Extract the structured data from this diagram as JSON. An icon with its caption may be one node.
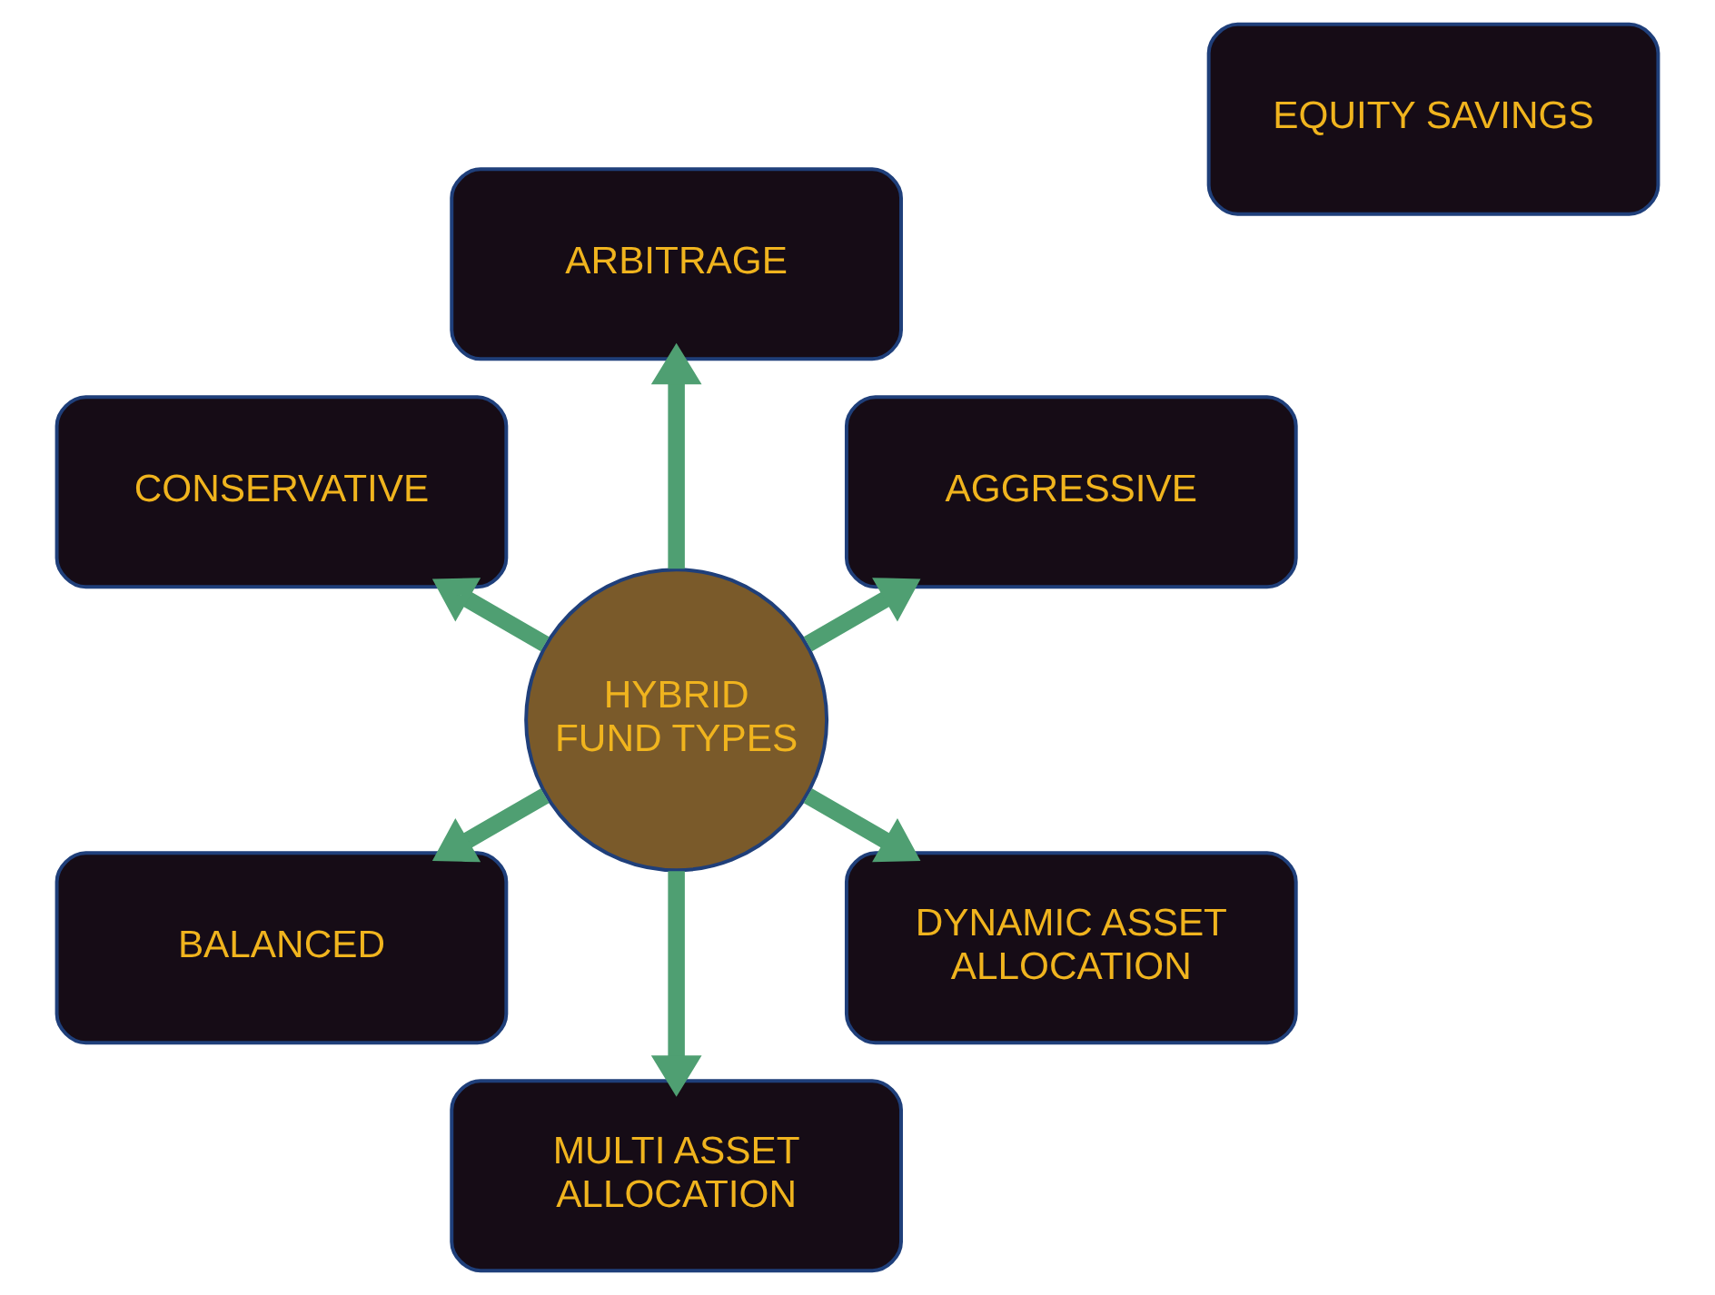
{
  "diagram": {
    "nodes": [
      {
        "text": [
          "HYBRID FUND TYPES"
        ]
      },
      {
        "text": [
          "AGGRESSIVE"
        ]
      },
      {
        "text": [
          "ARBITRAGE"
        ]
      },
      {
        "text": [
          "CONSERVATIVE"
        ]
      },
      {
        "text": [
          "EQUITY SAVINGS"
        ]
      },
      {
        "text": [
          "BALANCED"
        ]
      },
      {
        "text": [
          "MULTI ASSET ALLOCATION"
        ]
      },
      {
        "text": [
          "DYNAMIC ASSET ALLOCATION"
        ]
      }
    ],
    "edges": [
      {
        "from": 0,
        "to": 1,
        "arrow": "to"
      },
      {
        "from": 0,
        "to": 2,
        "arrow": "to"
      },
      {
        "from": 0,
        "to": 3,
        "arrow": "to"
      },
      {
        "from": 0,
        "to": 5,
        "arrow": "to"
      },
      {
        "from": 0,
        "to": 6,
        "arrow": "to"
      },
      {
        "from": 0,
        "to": 7,
        "arrow": "to"
      }
    ]
  }
}
